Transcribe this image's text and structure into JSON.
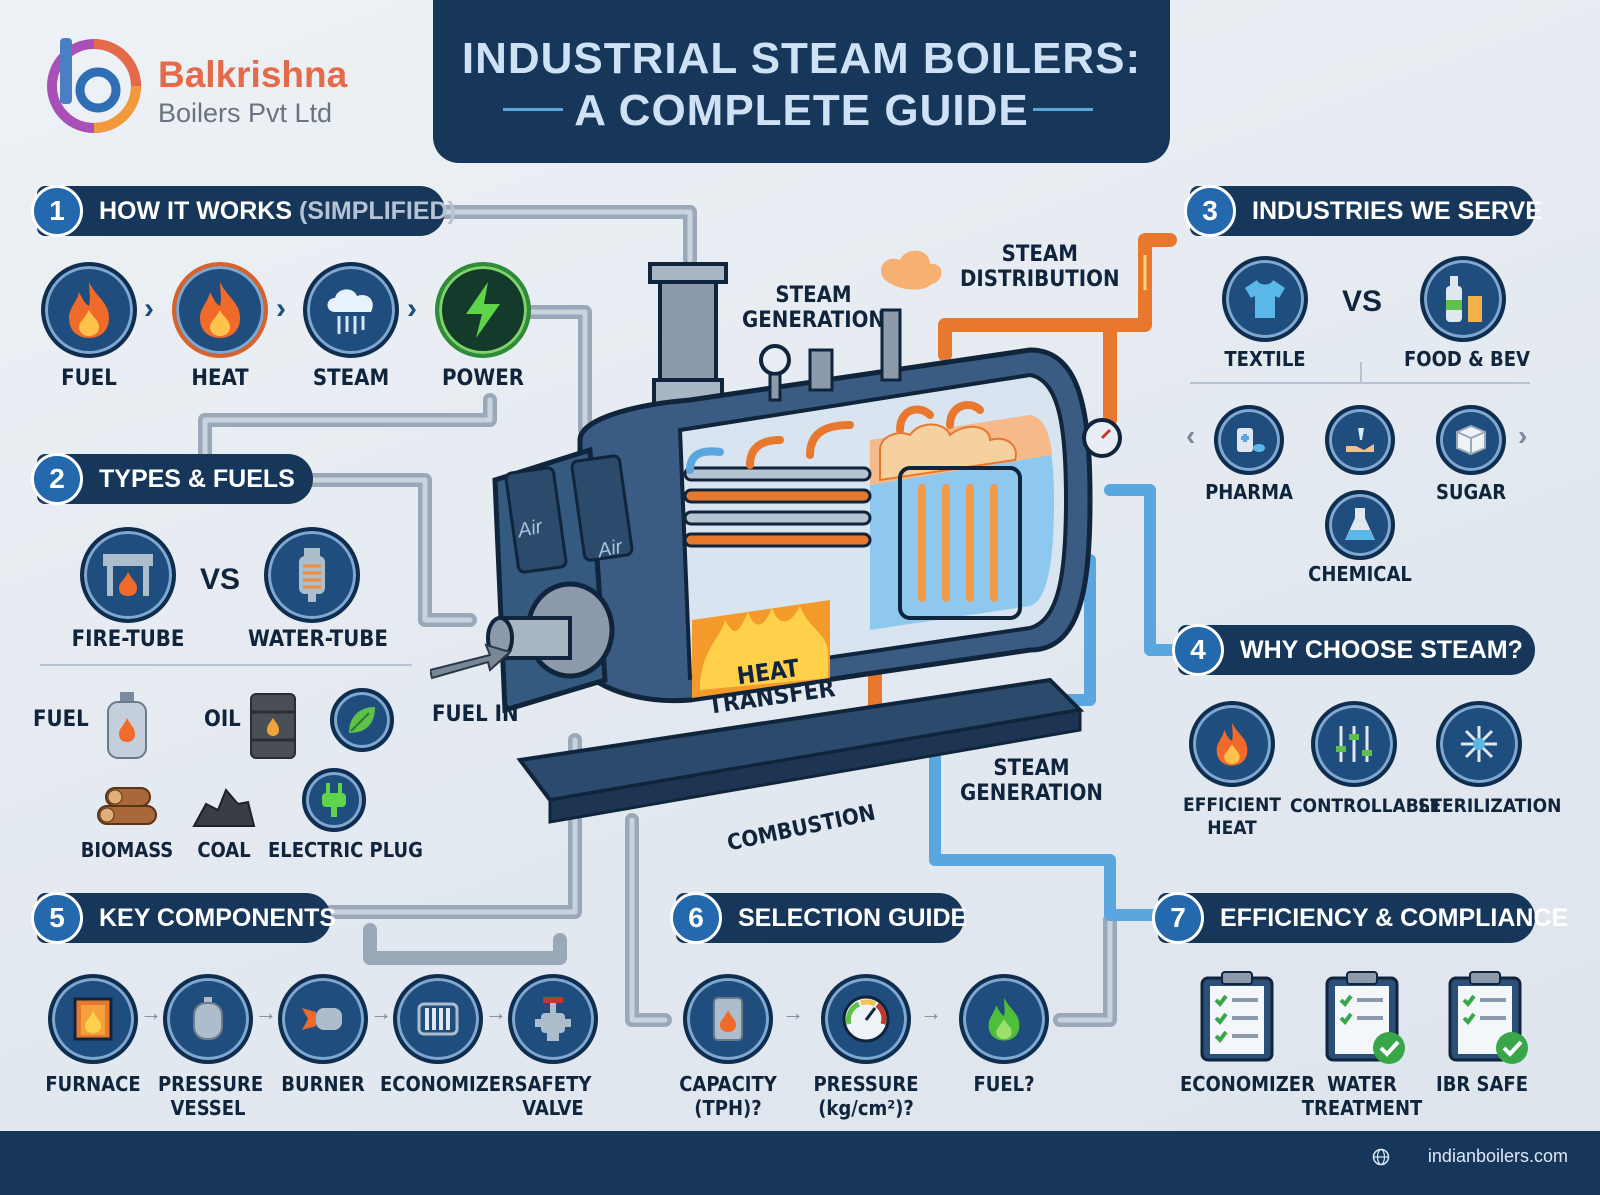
{
  "logo": {
    "name": "Balkrishna",
    "sub": "Boilers Pvt Ltd"
  },
  "title": {
    "line1": "INDUSTRIAL STEAM BOILERS:",
    "line2": "A COMPLETE GUIDE"
  },
  "sections": {
    "s1": {
      "num": "1",
      "label": "HOW IT WORKS",
      "sub": "(SIMPLIFIED)",
      "items": [
        "FUEL",
        "HEAT",
        "STEAM",
        "POWER"
      ]
    },
    "s2": {
      "num": "2",
      "label": "TYPES & FUELS",
      "types": [
        "FIRE-TUBE",
        "WATER-TUBE"
      ],
      "vs": "VS",
      "fuel_label": "FUEL",
      "oil_label": "OIL",
      "fuels": [
        "BIOMASS",
        "COAL",
        "ELECTRIC PLUG"
      ]
    },
    "s3": {
      "num": "3",
      "label": "INDUSTRIES WE SERVE",
      "vs": "VS",
      "items": [
        "TEXTILE",
        "FOOD & BEV",
        "PHARMA",
        "SUGAR",
        "CHEMICAL"
      ]
    },
    "s4": {
      "num": "4",
      "label": "WHY CHOOSE STEAM?",
      "items": [
        "EFFICIENT\nHEAT",
        "CONTROLLABLE",
        "STERILIZATION"
      ]
    },
    "s5": {
      "num": "5",
      "label": "KEY COMPONENTS",
      "items": [
        "FURNACE",
        "PRESSURE\nVESSEL",
        "BURNER",
        "ECONOMIZER",
        "SAFETY\nVALVE"
      ]
    },
    "s6": {
      "num": "6",
      "label": "SELECTION GUIDE",
      "items": [
        "CAPACITY\n(TPH)?",
        "PRESSURE\n(kg/cm²)?",
        "FUEL?"
      ]
    },
    "s7": {
      "num": "7",
      "label": "EFFICIENCY & COMPLIANCE",
      "items": [
        "ECONOMIZER",
        "WATER\nTREATMENT",
        "IBR SAFE"
      ]
    }
  },
  "boiler": {
    "steam_generation_top": "STEAM\nGENERATION",
    "steam_distribution": "STEAM\nDISTRIBUTION",
    "steam_generation_bottom": "STEAM\nGENERATION",
    "fuel_in": "FUEL IN",
    "heat_transfer": "HEAT\nTRANSFER",
    "combustion": "COMBUSTION",
    "air": "Air"
  },
  "footer": {
    "website": "indianboilers.com"
  },
  "colors": {
    "navy": "#17375a",
    "accent_blue": "#2468ad",
    "pipe_orange": "#e8782e",
    "pipe_blue": "#5aa6de",
    "logo_orange": "#e46a4a"
  }
}
